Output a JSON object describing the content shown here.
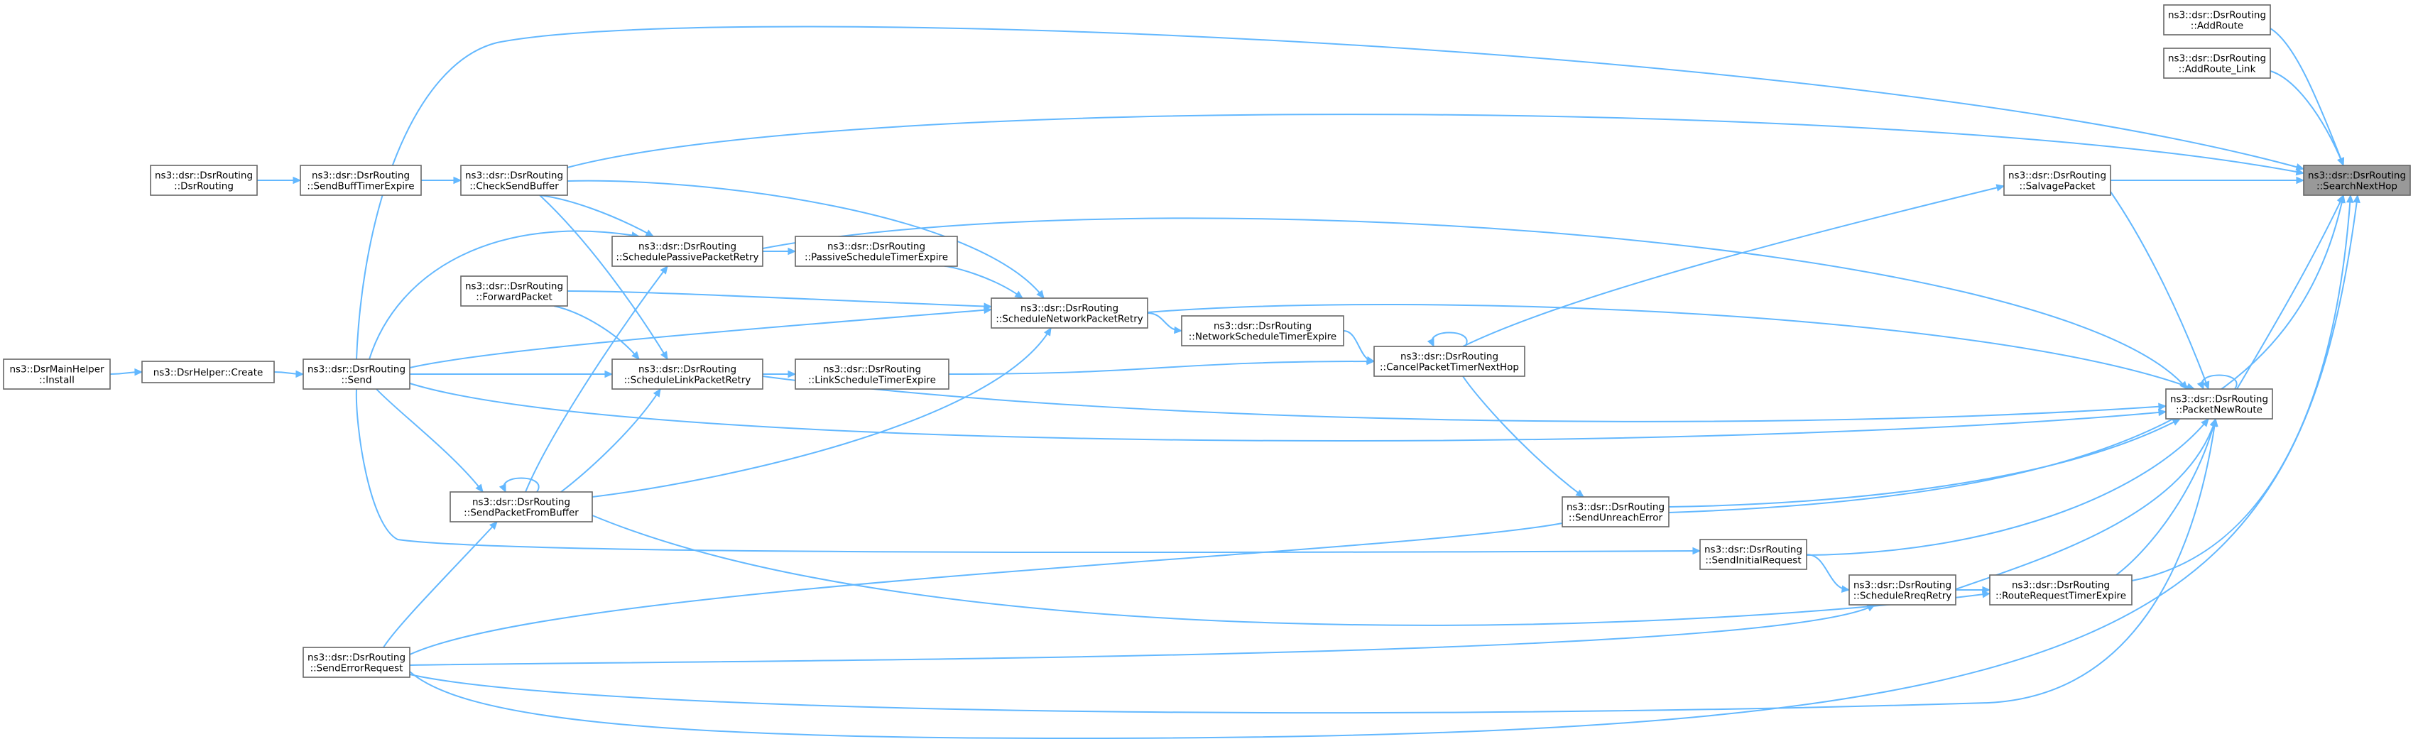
{
  "nodes": {
    "search_next_hop": [
      "ns3::dsr::DsrRouting",
      "::SearchNextHop"
    ],
    "add_route": [
      "ns3::dsr::DsrRouting",
      "::AddRoute"
    ],
    "add_route_link": [
      "ns3::dsr::DsrRouting",
      "::AddRoute_Link"
    ],
    "salvage_packet": [
      "ns3::dsr::DsrRouting",
      "::SalvagePacket"
    ],
    "packet_new_route": [
      "ns3::dsr::DsrRouting",
      "::PacketNewRoute"
    ],
    "route_request_timer_expire": [
      "ns3::dsr::DsrRouting",
      "::RouteRequestTimerExpire"
    ],
    "schedule_rreq_retry": [
      "ns3::dsr::DsrRouting",
      "::ScheduleRreqRetry"
    ],
    "send_initial_request": [
      "ns3::dsr::DsrRouting",
      "::SendInitialRequest"
    ],
    "send_unreach_error": [
      "ns3::dsr::DsrRouting",
      "::SendUnreachError"
    ],
    "cancel_packet_timer_next_hop": [
      "ns3::dsr::DsrRouting",
      "::CancelPacketTimerNextHop"
    ],
    "network_schedule_timer_expire": [
      "ns3::dsr::DsrRouting",
      "::NetworkScheduleTimerExpire"
    ],
    "link_schedule_timer_expire": [
      "ns3::dsr::DsrRouting",
      "::LinkScheduleTimerExpire"
    ],
    "schedule_network_packet_retry": [
      "ns3::dsr::DsrRouting",
      "::ScheduleNetworkPacketRetry"
    ],
    "passive_schedule_timer_expire": [
      "ns3::dsr::DsrRouting",
      "::PassiveScheduleTimerExpire"
    ],
    "schedule_passive_packet_retry": [
      "ns3::dsr::DsrRouting",
      "::SchedulePassivePacketRetry"
    ],
    "schedule_link_packet_retry": [
      "ns3::dsr::DsrRouting",
      "::ScheduleLinkPacketRetry"
    ],
    "forward_packet": [
      "ns3::dsr::DsrRouting",
      "::ForwardPacket"
    ],
    "check_send_buffer": [
      "ns3::dsr::DsrRouting",
      "::CheckSendBuffer"
    ],
    "send_packet_from_buffer": [
      "ns3::dsr::DsrRouting",
      "::SendPacketFromBuffer"
    ],
    "send_error_request": [
      "ns3::dsr::DsrRouting",
      "::SendErrorRequest"
    ],
    "send": [
      "ns3::dsr::DsrRouting",
      "::Send"
    ],
    "send_buff_timer_expire": [
      "ns3::dsr::DsrRouting",
      "::SendBuffTimerExpire"
    ],
    "dsr_routing": [
      "ns3::dsr::DsrRouting",
      "::DsrRouting"
    ],
    "dsr_helper_create": [
      "ns3::DsrHelper::Create"
    ],
    "dsr_main_helper_install": [
      "ns3::DsrMainHelper",
      "::Install"
    ]
  },
  "edges": [
    [
      "search_next_hop",
      "add_route"
    ],
    [
      "search_next_hop",
      "add_route_link"
    ],
    [
      "search_next_hop",
      "salvage_packet"
    ],
    [
      "search_next_hop",
      "packet_new_route"
    ],
    [
      "search_next_hop",
      "route_request_timer_expire"
    ],
    [
      "search_next_hop",
      "send_unreach_error"
    ],
    [
      "search_next_hop",
      "check_send_buffer"
    ],
    [
      "search_next_hop",
      "send"
    ],
    [
      "search_next_hop",
      "send_error_request"
    ],
    [
      "salvage_packet",
      "cancel_packet_timer_next_hop"
    ],
    [
      "packet_new_route",
      "salvage_packet"
    ],
    [
      "packet_new_route",
      "packet_new_route"
    ],
    [
      "packet_new_route",
      "route_request_timer_expire"
    ],
    [
      "packet_new_route",
      "schedule_rreq_retry"
    ],
    [
      "packet_new_route",
      "send_initial_request"
    ],
    [
      "packet_new_route",
      "send_unreach_error"
    ],
    [
      "packet_new_route",
      "schedule_network_packet_retry"
    ],
    [
      "packet_new_route",
      "schedule_passive_packet_retry"
    ],
    [
      "packet_new_route",
      "schedule_link_packet_retry"
    ],
    [
      "packet_new_route",
      "send"
    ],
    [
      "packet_new_route",
      "send_error_request"
    ],
    [
      "route_request_timer_expire",
      "schedule_rreq_retry"
    ],
    [
      "route_request_timer_expire",
      "send_packet_from_buffer"
    ],
    [
      "schedule_rreq_retry",
      "send_initial_request"
    ],
    [
      "schedule_rreq_retry",
      "send_error_request"
    ],
    [
      "send_initial_request",
      "send"
    ],
    [
      "send_unreach_error",
      "cancel_packet_timer_next_hop"
    ],
    [
      "send_unreach_error",
      "send_error_request"
    ],
    [
      "cancel_packet_timer_next_hop",
      "cancel_packet_timer_next_hop"
    ],
    [
      "cancel_packet_timer_next_hop",
      "network_schedule_timer_expire"
    ],
    [
      "cancel_packet_timer_next_hop",
      "link_schedule_timer_expire"
    ],
    [
      "network_schedule_timer_expire",
      "schedule_network_packet_retry"
    ],
    [
      "link_schedule_timer_expire",
      "schedule_link_packet_retry"
    ],
    [
      "passive_schedule_timer_expire",
      "schedule_passive_packet_retry"
    ],
    [
      "schedule_network_packet_retry",
      "passive_schedule_timer_expire"
    ],
    [
      "schedule_network_packet_retry",
      "check_send_buffer"
    ],
    [
      "schedule_network_packet_retry",
      "forward_packet"
    ],
    [
      "schedule_network_packet_retry",
      "send"
    ],
    [
      "schedule_network_packet_retry",
      "send_packet_from_buffer"
    ],
    [
      "schedule_passive_packet_retry",
      "check_send_buffer"
    ],
    [
      "schedule_passive_packet_retry",
      "send"
    ],
    [
      "schedule_passive_packet_retry",
      "send_packet_from_buffer"
    ],
    [
      "schedule_link_packet_retry",
      "check_send_buffer"
    ],
    [
      "schedule_link_packet_retry",
      "forward_packet"
    ],
    [
      "schedule_link_packet_retry",
      "send"
    ],
    [
      "schedule_link_packet_retry",
      "send_packet_from_buffer"
    ],
    [
      "send_packet_from_buffer",
      "send_packet_from_buffer"
    ],
    [
      "send_packet_from_buffer",
      "send"
    ],
    [
      "send_packet_from_buffer",
      "send_error_request"
    ],
    [
      "check_send_buffer",
      "send_buff_timer_expire"
    ],
    [
      "send_buff_timer_expire",
      "dsr_routing"
    ],
    [
      "send",
      "dsr_helper_create"
    ],
    [
      "dsr_helper_create",
      "dsr_main_helper_install"
    ]
  ],
  "colors": {
    "edge": "#63b8ff",
    "node_border": "#666666",
    "highlight_fill": "#999999"
  }
}
